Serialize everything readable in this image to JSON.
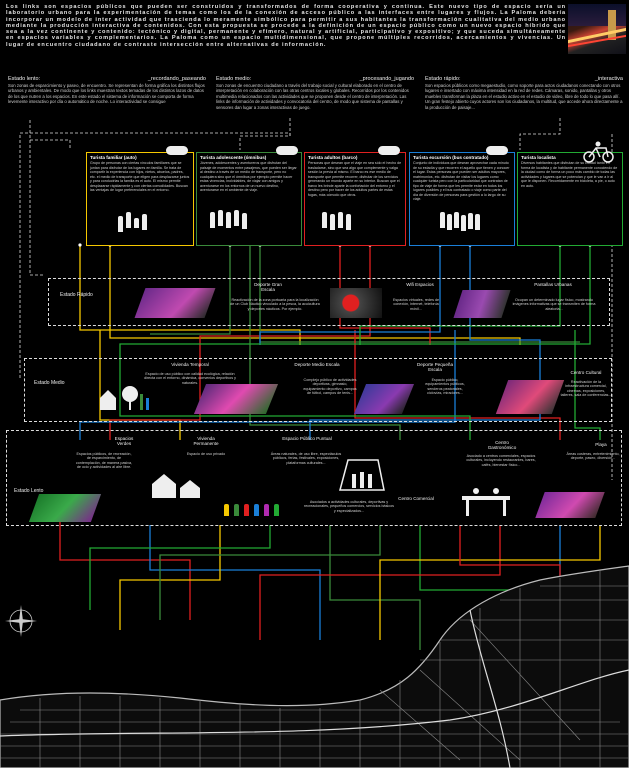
{
  "intro": "Los links son espacios públicos que pueden ser construidos y transformados de forma cooperativa y continua. Este nuevo tipo de espacio sería un laboratorio urbano para la experimentación de temas como los de la conexión de acceso público a las interfaces entre lugares y flujos. La Paloma debería incorporar un modelo de inter actividad que trascienda lo meramente simbólico para permitir a sus habitantes la transformación cualitativa del medio urbano mediante la producción interactiva de contenidos. Con esta propuesta se procede a la definición de un espacio público como un nuevo espacio híbrido que sea a la vez continente y contenido: tectónico y digital, permanente y efímero, natural y artificial, participativo y expositivo; y que suceda simultáneamente en espacios variables y complementarios. La Paloma como un espacio multidimensional, que propone múltiples recorridos, acercamientos y vivencias. Un lugar de encuentro ciudadano de contraste intersección entre alternativas de información.",
  "columns": [
    {
      "title": "Estado lento:",
      "tag": "_recordando_paseando",
      "text": "Son zonas de esparcimiento y paseo, de encuentro. Se representan de forma gráfica los distintos flujos urbanos y ambientales. De modo que los links muestran textos temadas de los distintos lazos de datos de los que nutren a los espacios. En este estado el sistema de información se comporta de forma levemente interactivo por día o automático de noche. Lo interactividad se consigue"
    },
    {
      "title": "Estado medio:",
      "tag": "_procesando_jugando",
      "text": "Son zonas de encuentro ciudadano a través del trabajo social y cultural elaborado en el centro de interpretación en colaboración con las otras centros locales y globales. Recorridos por los contenidos multimedia relacionados con las actividades que se proponen desde el centro de interpretación. Las links de información de actividades y convocatoria del centro, de modo que sistema de pantallas y sensores dan lugar a zonas interactivas de juego."
    },
    {
      "title": "Estado rápido:",
      "tag": "_interactiva",
      "text": "Son espacios públicos como megaestudio, como soporte para actos ciudadanos conectando con otros lugares e insertado con máxima intensidad en la red de redes. Cámaras, sonido, pantallas y otros muebles transforman la plaza en el estudio activo en el estudio de video, libre de todo lo que pasa allí. Un gran festejo abierto cuyos actores son los ciudadanos, la multitud, que accede ahora directamente a la producción de paisaje..."
    }
  ],
  "profiles": [
    {
      "title": "Turista familiar (auto)",
      "color": "#f5c800",
      "text": "Grupo de personas con ciertas vínculos familiares que se juntan para disfrutar de los lugares en familia. Se trata de compartir la experiencia con hijos, nietos, abuelos, padres, etc. el medio de transporte que eligen para desplazarse juntos y para conducirlas la familia es el auto. El mismo permite desplazarse rápidamente y con ciertas comodidades. Buscan las ventajas de lugar preferenciales en el entorno."
    },
    {
      "title": "Turista adolescente (ómnibus)",
      "color": "#3a8a3a",
      "text": "Jóvenes, adolescentes y aventureros que disfrutan del paisaje de momentos entre pasajeros, que pueden ser llegar al destino a través de un medio de transporte, pero no cualquiera sino que el ómnibus por ejemplo permite hacer estas vivencias, inolvidables, de viajar con amigos y aventurarse en los entornos de un nuevo destino, aventurarse en el ambiente de viaje."
    },
    {
      "title": "Turista adultos (barco)",
      "color": "#e02020",
      "text": "Personas que desean que el viaje en sea sólo el hecho de trasladarse, sino que sea algo que complemente y valga sesión la previa al mismo. El barco es ese medio de transporte que permite recorrer, disfrutar de los servicios generando un mundo aparte en su interior. Buscan que el barco les brinde aparte la confortación del entorno y el destino pero por hacer de los adultos partes de estas fugas, más cómodo que otros."
    },
    {
      "title": "Turista excursión (bus contratado)",
      "color": "#1a7fd8",
      "text": "Conjunto de individuos que desean aprovechar cada minuto de su estadía y que recorren el aquello que tienen y conocer el lugar. Estas personas que pueden ser adultos mayores, matrimonios, etc. disfrutan de visitar los lugares como cualquier turista pero con la particularidad que contratan de tipo de viaje de forma que les permite estar en todos los lugares posibles y el bus contratado o viaje como parte del día de diversión de personas para gestión a lo largo de su viaje."
    },
    {
      "title": "Turista localista",
      "color": "#22aa33",
      "text": "Diversos habitantes que disfrutan de su ciudad tanto en forma de localista y de habitante permanente conociendo de la ciudad como de forma un poco más cambio de todas las actividades y lugares que se potencian y que le van a ir al que le disponen. Recorridamente en bicicleta, a pie, o auto en auto."
    }
  ],
  "states": {
    "rapido": "Estado Rápido",
    "medio": "Estado Medio",
    "lento": "Estado Lento"
  },
  "rapido_nodes": [
    {
      "title": "Deporte Gran Escala",
      "desc": "Reactivación de la zona portuaria para la localización de un Club Náutico vinculado a la pesca, la acuicultura y deportes náuticos. Por ejemplo."
    },
    {
      "title": "Wifi Espacios",
      "desc": "Espacios virtuales, redes de conexión, internet, telefonía móvil..."
    },
    {
      "title": "Pantallas Urbanas",
      "desc": "Ocupan un determinado lugar físico, mostrando imágenes informativas que se transmiten de forma aleatoria..."
    }
  ],
  "medio_nodes": [
    {
      "title": "Vivienda Temporal",
      "desc": "Espacio de uso público con calidad ecológica, relación directa con el entorno, dinámica, convenios deportivos y naturales."
    },
    {
      "title": "Deporte Medio Escala",
      "desc": "Complejo público de actividades deportivas, gimnasio, equipamiento deportivo, campos de fútbol, campos de tenis..."
    },
    {
      "title": "Deporte Pequeña Escala",
      "desc": "Espacio público, equipamientos públicos, senderos peatonales, ciclovías, miradores..."
    },
    {
      "title": "Centro Cultural",
      "desc": "Reactivación de la infraestructura comercial, cinemas, exposiciones, talleres, sala de conferencias..."
    }
  ],
  "lento_nodes": [
    {
      "title": "Espacios Verdes",
      "desc": "Espacios públicos, de recreación, de esparcimiento, de contemplación, de manera pasiva, de ocio y actividades al aire libre."
    },
    {
      "title": "Vivienda Permanente",
      "desc": "Espacio de uso privado"
    },
    {
      "title": "Espacio Público Puntual",
      "desc": "Áreas naturales, de uso libre, espectáculos públicos, ferias, festivales, exposiciones, plataformas culturales..."
    },
    {
      "title": "Centro Comercial",
      "desc": "Asociados a actividades culturales, deportivas y recreacionales, pequeños comercios, servicios básicos y especializados..."
    },
    {
      "title": "Centro Gastronómico",
      "desc": "Asociado a centros comerciales, espacios culturales, incluyendo restaurantes, bares, cafés, bienestar físico..."
    },
    {
      "title": "Playa",
      "desc": "Áreas costeras, entretenimiento, deporte, paseo, diversión..."
    }
  ],
  "colors": {
    "yellow": "#f5c800",
    "green": "#3a8a3a",
    "red": "#e02020",
    "blue": "#1a7fd8",
    "lightgreen": "#22aa33"
  }
}
